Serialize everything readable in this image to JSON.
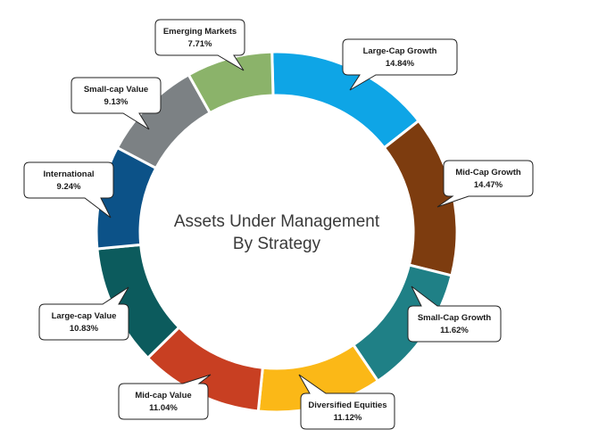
{
  "chart_data": {
    "type": "pie",
    "title": "Assets Under Management",
    "subtitle": "By Strategy",
    "categories": [
      "Large-Cap Growth",
      "Mid-Cap Growth",
      "Small-Cap Growth",
      "Diversified Equities",
      "Mid-cap Value",
      "Large-cap Value",
      "International",
      "Small-cap Value",
      "Emerging Markets"
    ],
    "values": [
      14.84,
      14.47,
      11.62,
      11.12,
      11.04,
      10.83,
      9.24,
      9.13,
      7.71
    ],
    "value_labels": [
      "14.84%",
      "14.47%",
      "11.62%",
      "11.12%",
      "11.04%",
      "10.83%",
      "9.24%",
      "9.13%",
      "7.71%"
    ],
    "colors": [
      "#0ea5e6",
      "#7d3c0f",
      "#1f8086",
      "#fbb817",
      "#c83f22",
      "#0c5b5d",
      "#0c5288",
      "#7c8184",
      "#8bb36a"
    ],
    "donut": true,
    "legend": "none",
    "grid": false
  }
}
